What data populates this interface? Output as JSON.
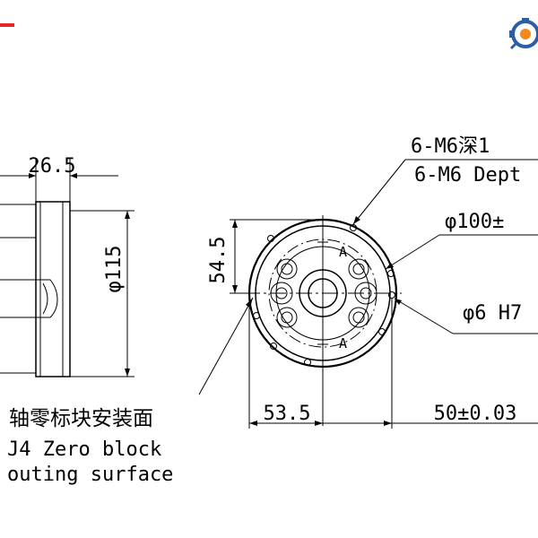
{
  "drawing": {
    "dim_top_width": "26.5",
    "dim_outer_diameter": "φ115",
    "dim_vertical_offset": "54.5",
    "dim_left_offset": "53.5",
    "dim_right_offset": "50±0.03",
    "callout_thread_cn": "6-M6深1",
    "callout_thread_en": "6-M6  Dept",
    "callout_bolt_circle": "φ100±",
    "callout_pin_hole": "φ6 H7",
    "section_mark_top": "A",
    "section_mark_bottom": "A",
    "label_cn": "轴零标块安装面",
    "label_en_line1": "J4 Zero block",
    "label_en_line2": "outing surface"
  },
  "colors": {
    "accent_red": "#e8242a",
    "logo_blue": "#2a5fa8",
    "logo_orange": "#f08a1c"
  },
  "icons": {
    "logo": "company-gear-logo-icon"
  }
}
